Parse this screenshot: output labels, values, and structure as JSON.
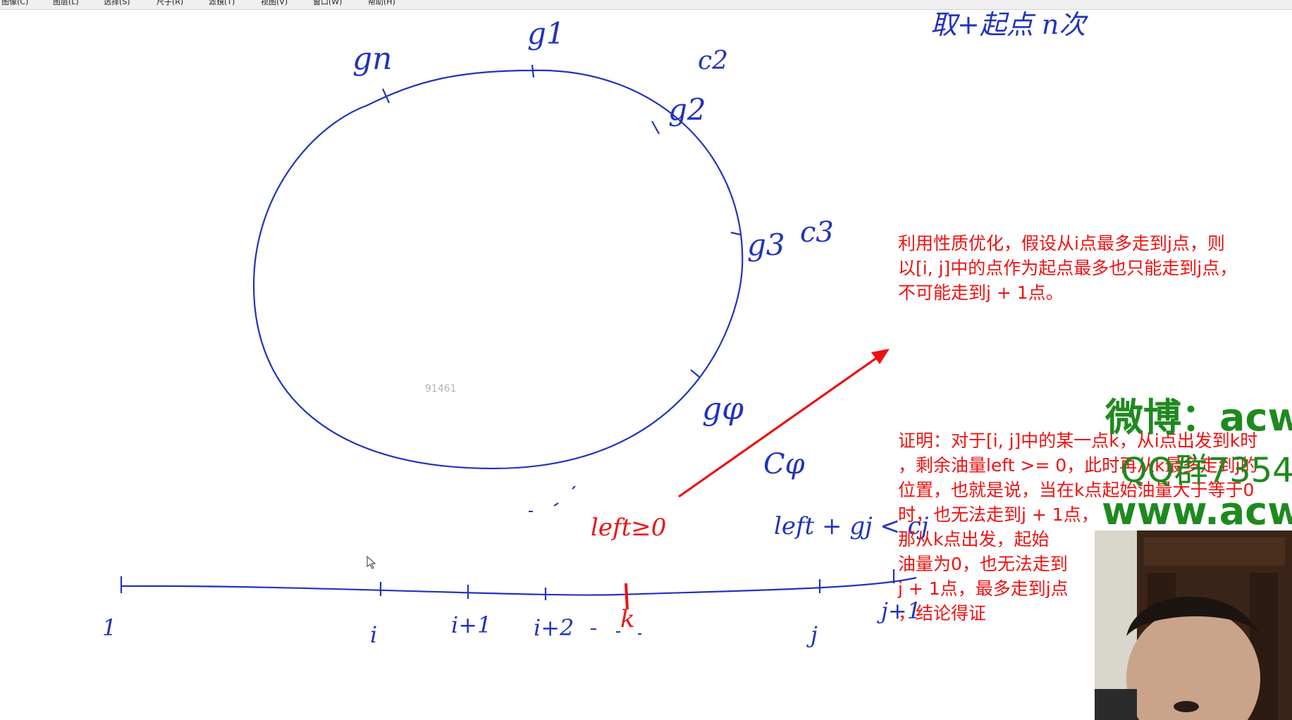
{
  "menu": [
    {
      "label": "图像(C)"
    },
    {
      "label": "图层(L)"
    },
    {
      "label": "选择(S)"
    },
    {
      "label": "尺子(R)"
    },
    {
      "label": "滤镜(T)"
    },
    {
      "label": "视图(V)"
    },
    {
      "label": "窗口(W)"
    },
    {
      "label": "帮助(H)"
    }
  ],
  "canvas_id": "91461",
  "note": {
    "paragraph1": "利用性质优化，假设从i点最多走到j点，则\n以[i, j]中的点作为起点最多也只能走到j点，\n不可能走到j + 1点。",
    "paragraph2": "证明：对于[i, j]中的某一点k，从i点出发到k时\n，剩余油量left >= 0，此时再从k最多走到j的\n位置，也就是说，当在k点起始油量大于等于0\n时，也无法走到j + 1点，\n那从k点出发，起始\n油量为0，也无法走到\nj + 1点，最多走到j点\n，结论得证"
  },
  "watermark": {
    "weibo": "微博：acwi",
    "qq": "QQ群7354",
    "www": "www.acwi"
  },
  "handwriting": {
    "gn": "gn",
    "g1": "g1",
    "c2": "c2",
    "g2": "g2",
    "g3": "g3",
    "c3": "c3",
    "g4": "gφ",
    "c4": "Cφ",
    "top_right": "取+起点  n次",
    "left": "left≥0",
    "cond": "left + gj < cj",
    "l1": "1",
    "li": "i",
    "li1": "i+1",
    "li2": "i+2",
    "lk": "k",
    "lj": "j",
    "lj1": "j+1"
  },
  "colors": {
    "ink_blue": "#2233bb",
    "ink_red": "#ee1111",
    "watermark_green": "#1e8a1e"
  }
}
